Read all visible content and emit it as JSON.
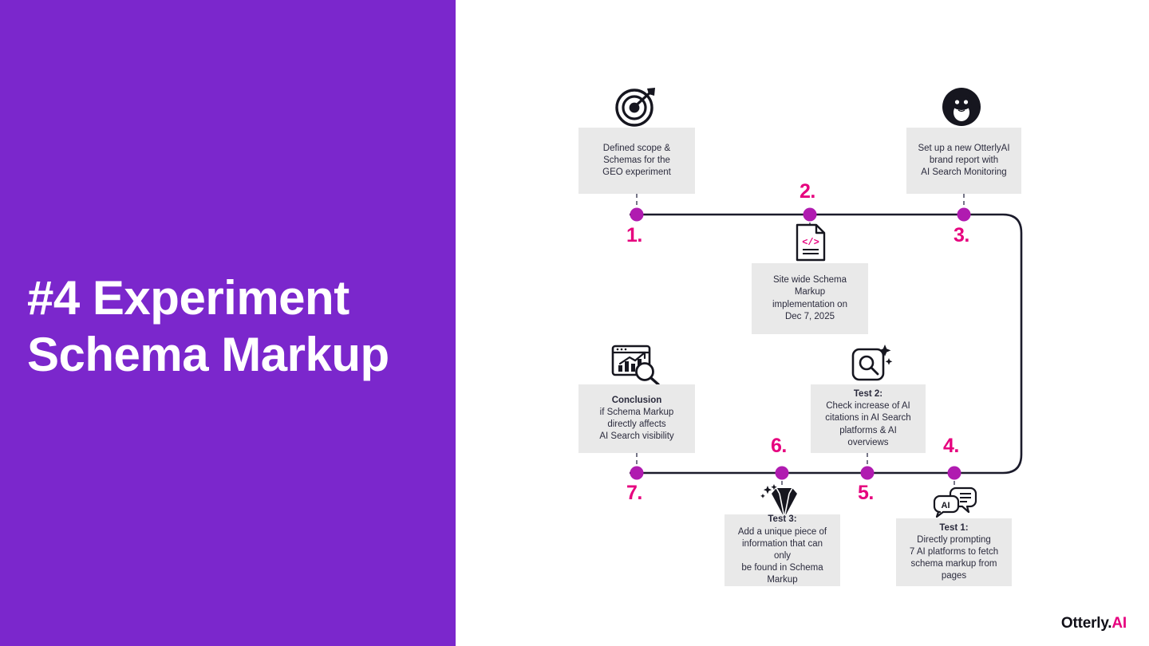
{
  "left": {
    "background_color": "#7b27cc",
    "headline_line1": "#4 Experiment",
    "headline_line2": "Schema Markup"
  },
  "brand": {
    "name": "Otterly.",
    "suffix": "AI",
    "accent_color": "#e6007e"
  },
  "theme": {
    "card_bg": "#e9e9e9",
    "text_color": "#2b2b3d",
    "node_color": "#b01bb0",
    "line_color": "#1b1b2b",
    "number_color": "#e6007e"
  },
  "steps": [
    {
      "number": "1.",
      "icon": "target-dart-icon",
      "title": "",
      "lines": [
        "Defined scope &",
        "Schemas for the",
        "GEO experiment"
      ]
    },
    {
      "number": "2.",
      "icon": "code-document-icon",
      "title": "",
      "lines": [
        "Site wide Schema Markup",
        "implementation on",
        "Dec 7, 2025"
      ]
    },
    {
      "number": "3.",
      "icon": "otterly-otter-icon",
      "title": "",
      "lines": [
        "Set up a new OtterlyAI",
        "brand report with",
        "AI Search Monitoring"
      ]
    },
    {
      "number": "4.",
      "icon": "ai-chat-bubble-icon",
      "title": "Test 1:",
      "lines": [
        "Directly prompting",
        "7 AI platforms to fetch",
        "schema markup from",
        "pages"
      ]
    },
    {
      "number": "5.",
      "icon": "sparkle-search-icon",
      "title": "Test 2:",
      "lines": [
        "Check increase of AI",
        "citations in AI Search",
        "platforms & AI overviews"
      ]
    },
    {
      "number": "6.",
      "icon": "diamond-sparkle-icon",
      "title": "Test 3:",
      "lines": [
        "Add a unique piece of",
        "information that can only",
        "be found in Schema",
        "Markup"
      ]
    },
    {
      "number": "7.",
      "icon": "analytics-magnifier-icon",
      "title": "Conclusion",
      "lines": [
        "if Schema Markup",
        "directly affects",
        "AI Search visibility"
      ]
    }
  ]
}
